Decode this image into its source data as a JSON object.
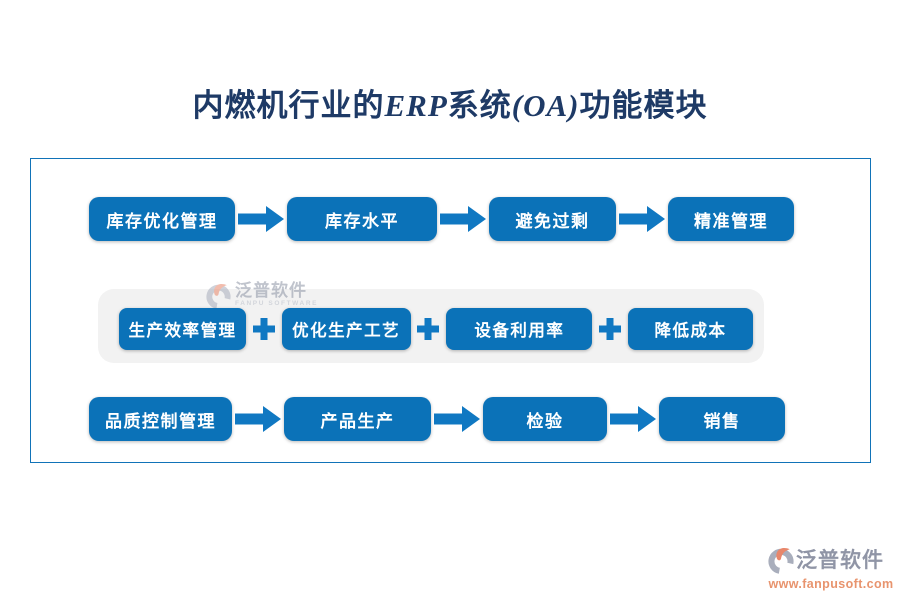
{
  "title": {
    "part1": "内燃机行业的",
    "part2": "ERP",
    "part3": "系统",
    "part4": "(OA)",
    "part5": "功能模块"
  },
  "rows": [
    {
      "connector": "arrow",
      "items": [
        "库存优化管理",
        "库存水平",
        "避免过剩",
        "精准管理"
      ]
    },
    {
      "connector": "plus",
      "items": [
        "生产效率管理",
        "优化生产工艺",
        "设备利用率",
        "降低成本"
      ]
    },
    {
      "connector": "arrow",
      "items": [
        "品质控制管理",
        "产品生产",
        "检验",
        "销售"
      ]
    }
  ],
  "watermark": {
    "brand": "泛普软件",
    "subtext": "FANPU SOFTWARE"
  },
  "footer": {
    "brand": "泛普软件",
    "url": "www.fanpusoft.com"
  },
  "colors": {
    "button_blue": "#0b72b8",
    "connector_blue": "#1078c2",
    "title_navy": "#1e3a66",
    "frame_border": "#1173b8",
    "band_gray": "#f2f2f2",
    "brand_gray": "#9095a6",
    "brand_orange": "#e8946e"
  }
}
